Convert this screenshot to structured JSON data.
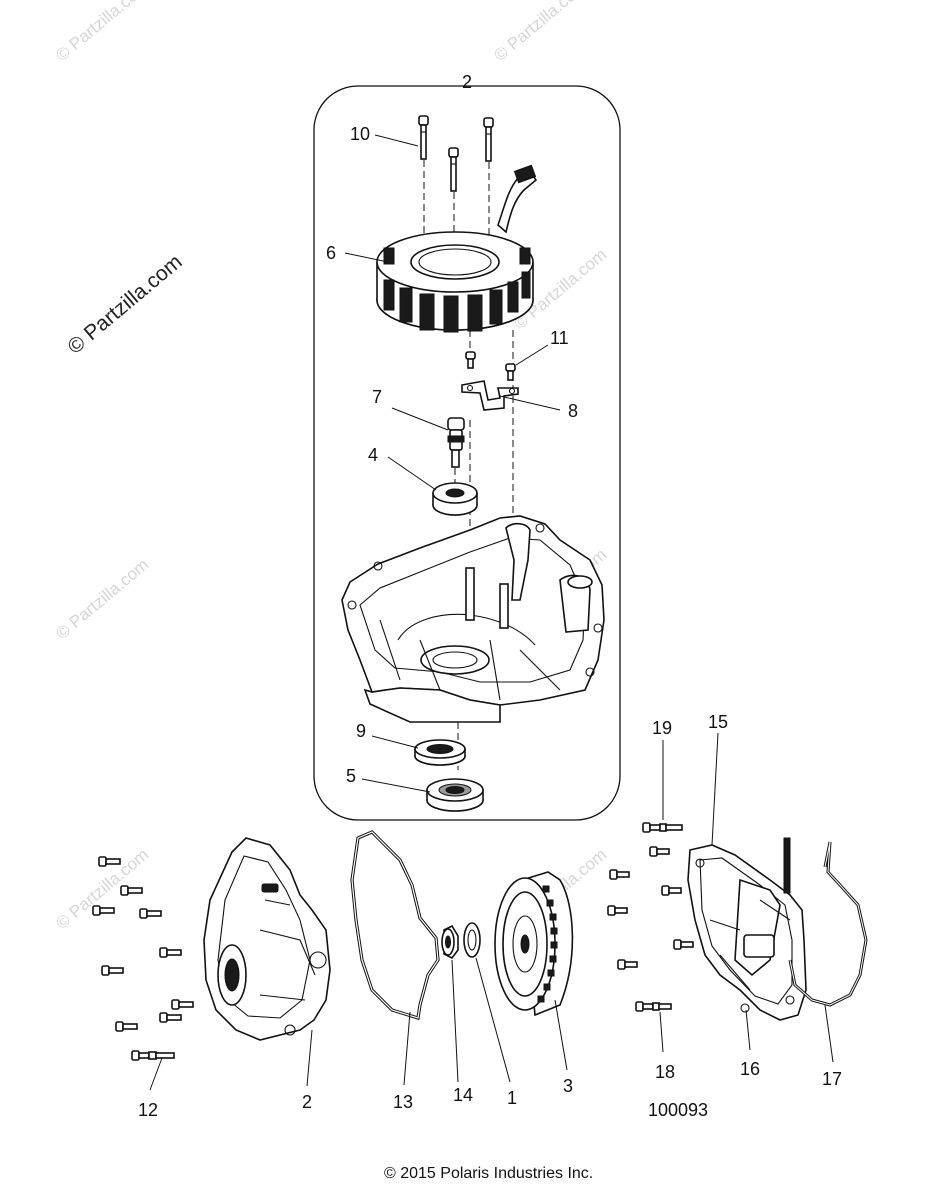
{
  "watermark": {
    "text": "© Partzilla.com",
    "faint_color": "#d6d6d6",
    "strong_color": "#222222"
  },
  "callouts": [
    "1",
    "2",
    "3",
    "4",
    "5",
    "6",
    "7",
    "8",
    "9",
    "10",
    "11",
    "12",
    "13",
    "14",
    "15",
    "16",
    "17",
    "18",
    "19"
  ],
  "callout_text": {
    "group": "2",
    "c10": "10",
    "c6": "6",
    "c11": "11",
    "c7": "7",
    "c8": "8",
    "c4": "4",
    "c9": "9",
    "c5": "5",
    "c19": "19",
    "c15": "15",
    "c12": "12",
    "c2b": "2",
    "c13": "13",
    "c14": "14",
    "c1": "1",
    "c3": "3",
    "c18": "18",
    "c16": "16",
    "c17": "17"
  },
  "diagram_id": "100093",
  "copyright": "© 2015 Polaris Industries Inc."
}
